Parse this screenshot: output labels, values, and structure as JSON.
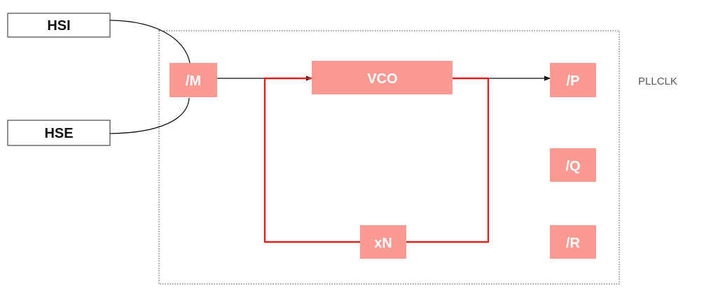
{
  "colors": {
    "block_fill": "#fa9a92",
    "feedback_line": "#e0201f",
    "text_white": "#ffffff",
    "text_dark": "#111111",
    "label_gray": "#555555",
    "outline": "#222222"
  },
  "inputs": {
    "hsi": "HSI",
    "hse": "HSE"
  },
  "blocks": {
    "divider_m": "/M",
    "vco": "VCO",
    "multiplier_n": "xN",
    "divider_p": "/P",
    "divider_q": "/Q",
    "divider_r": "/R"
  },
  "outputs": {
    "pllclk": "PLLCLK"
  }
}
